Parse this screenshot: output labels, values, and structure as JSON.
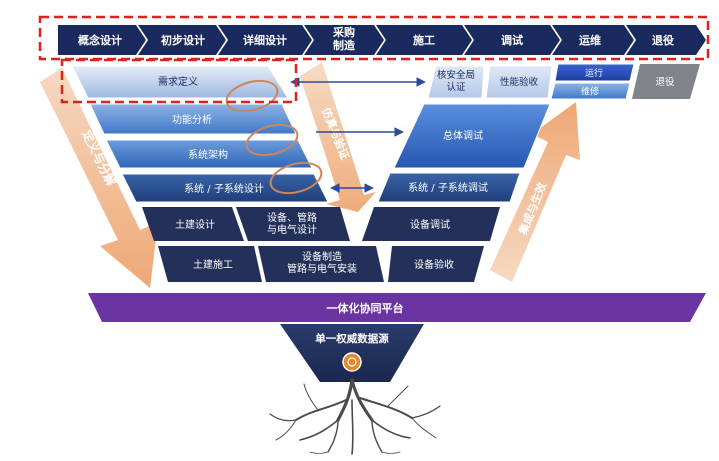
{
  "phases": [
    "概念设计",
    "初步设计",
    "详细设计",
    "采购\n制造",
    "施工",
    "调试",
    "运维",
    "退役"
  ],
  "left_v": {
    "requirement": "需求定义",
    "function": "功能分析",
    "architecture": "系统架构",
    "subsystem": "系统 / 子系统设计",
    "civil_design": "土建设计",
    "equipment_design": "设备、管路\n与电气设计",
    "civil_construction": "土建施工",
    "manufacture": "设备制造\n管路与电气安装"
  },
  "right_v": {
    "nuclear_cert": "核安全局\n认证",
    "performance": "性能验收",
    "operation": "运行",
    "maintenance": "维修",
    "decommission": "退役",
    "overall_debug": "总体调试",
    "subsystem_debug": "系统 / 子系统调试",
    "equipment_debug": "设备调试",
    "equipment_acceptance": "设备验收"
  },
  "arrows": {
    "left": "定义与分解",
    "middle": "仿真与验证",
    "right": "集成与生效"
  },
  "platform": "一体化协同平台",
  "data_source": "单一权威数据源",
  "colors": {
    "phase_dark": "#1a2a5e",
    "highlight_red": "#e0201b",
    "purple": "#6a35a2",
    "navy": "#22305a",
    "arrow_peach": "#efb389",
    "orange_ring": "#c9875a"
  }
}
